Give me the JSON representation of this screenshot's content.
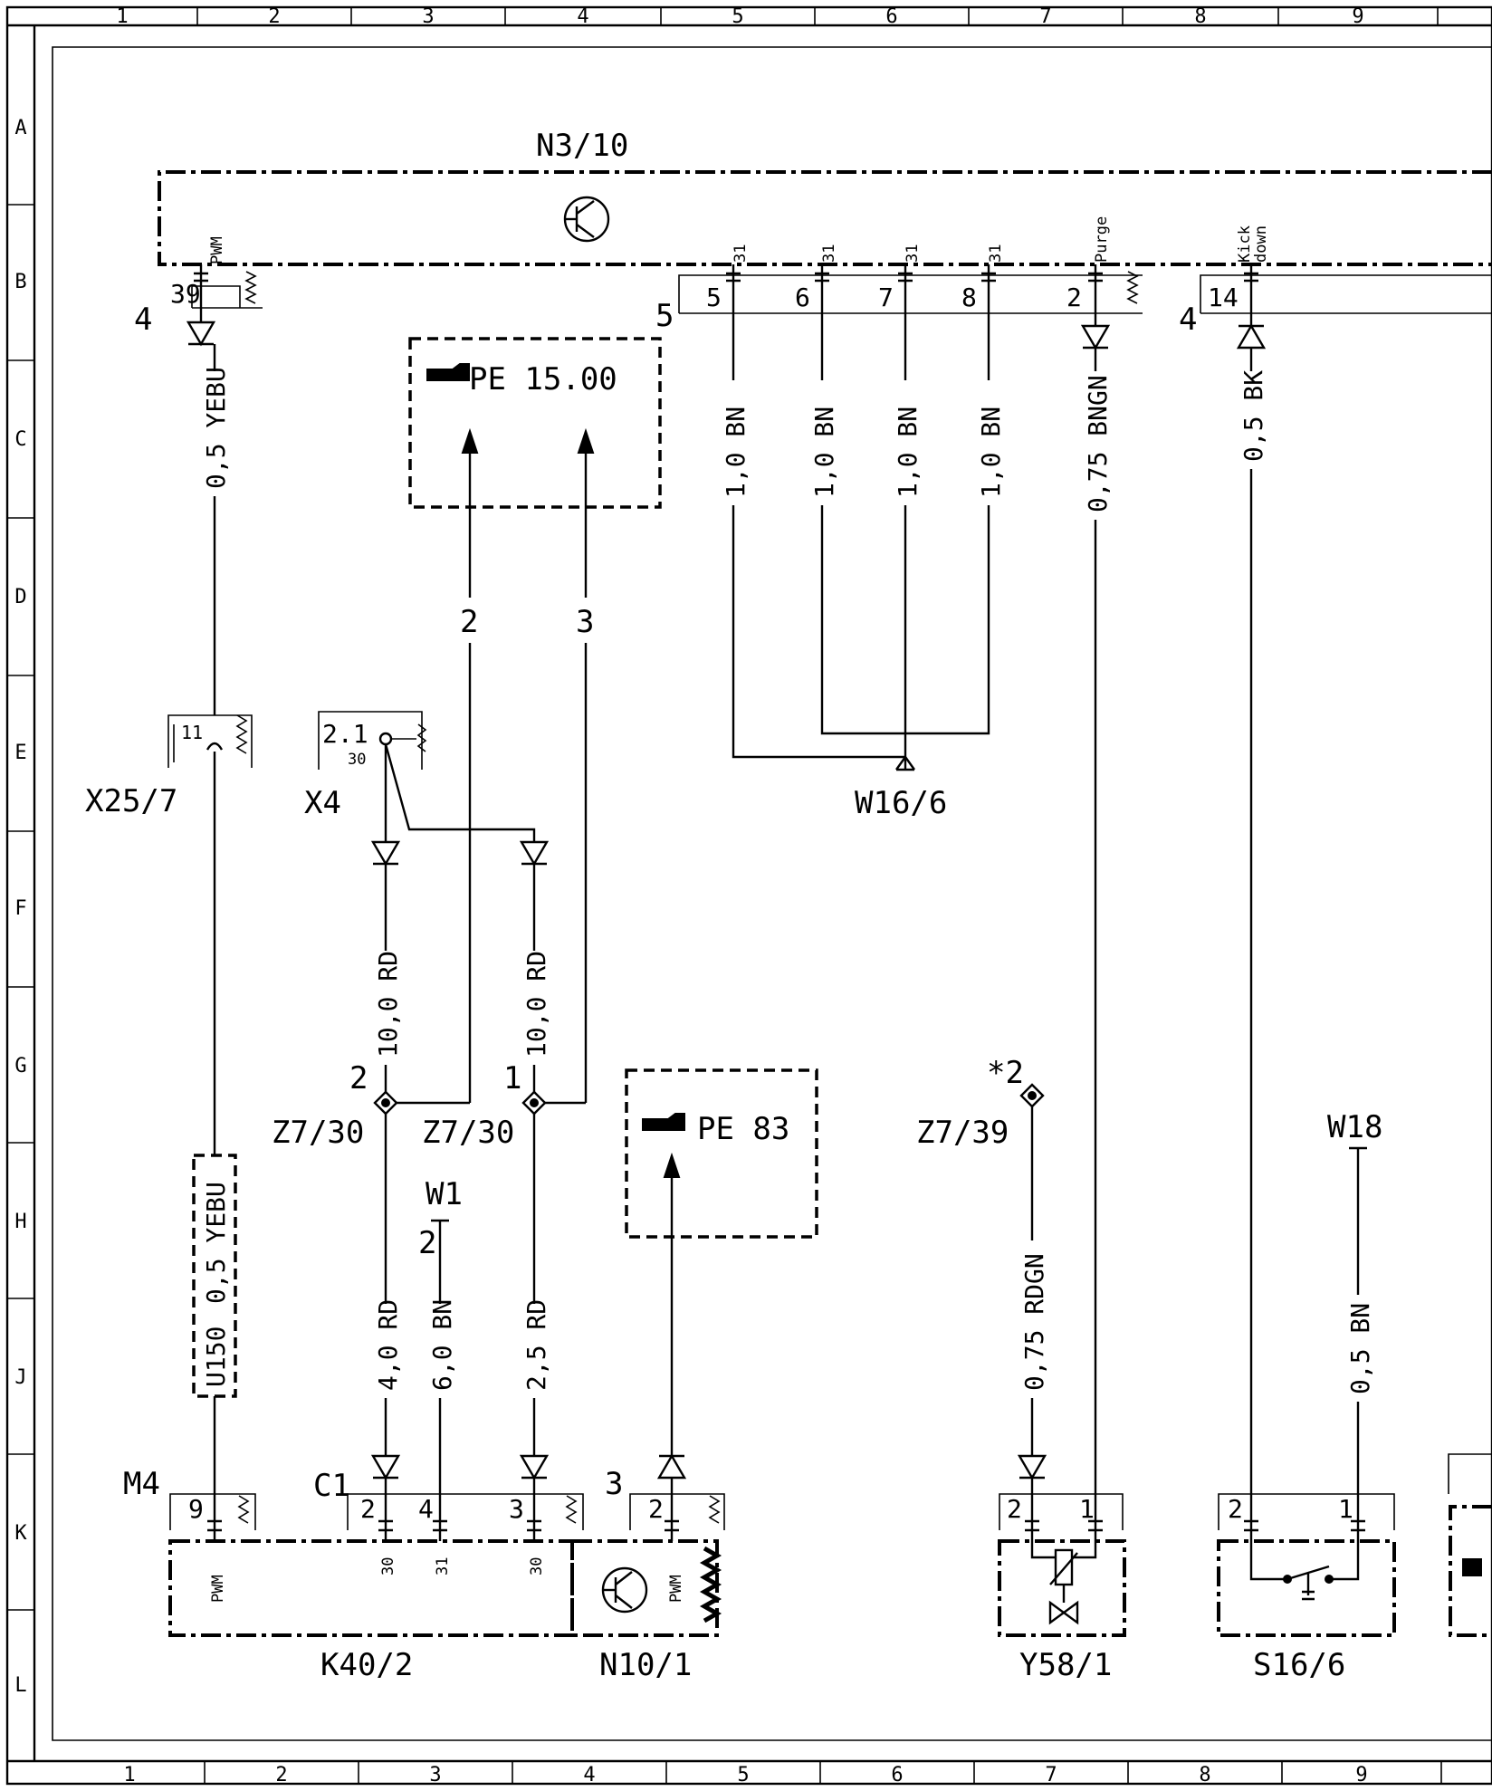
{
  "grid": {
    "columns": [
      "1",
      "2",
      "3",
      "4",
      "5",
      "6",
      "7",
      "8",
      "9"
    ],
    "rows": [
      "A",
      "B",
      "C",
      "D",
      "E",
      "F",
      "G",
      "H",
      "J",
      "K",
      "L"
    ]
  },
  "components": {
    "n3_10": "N3/10",
    "x25_7": "X25/7",
    "x4": "X4",
    "w16_6": "W16/6",
    "z7_30": "Z7/30",
    "z7_39": "Z7/39",
    "w1": "W1",
    "w18": "W18",
    "m4": "M4",
    "c1": "C1",
    "k40_2": "K40/2",
    "n10_1": "N10/1",
    "y58_1": "Y58/1",
    "s16_6": "S16/6",
    "u150": "U150",
    "u150_wire": "0,5 YEBU"
  },
  "references": {
    "pe_15": "PE 15.00",
    "pe_83": "PE 83"
  },
  "pin_labels": {
    "pwm": "PWM",
    "purge": "Purge",
    "kick": "Kick",
    "down": "down",
    "p31": "31",
    "p30": "30"
  },
  "pins": {
    "n3_39": "39",
    "n3_5": "5",
    "n3_6": "6",
    "n3_7": "7",
    "n3_8": "8",
    "n3_2": "2",
    "n3_14": "14",
    "conn_4_left": "4",
    "conn_5": "5",
    "conn_4_right": "4",
    "x25_11": "11",
    "x4_21": "2.1",
    "x4_30": "30",
    "route_2": "2",
    "route_3": "3",
    "z7_2": "2",
    "z7_1": "1",
    "z7_39_star": "*2",
    "w1_2": "2",
    "m4_9": "9",
    "c1_2": "2",
    "c1_4": "4",
    "c1_3": "3",
    "n10_3": "3",
    "n10_2": "2",
    "y58_2": "2",
    "y58_1": "1",
    "s16_2": "2",
    "s16_1": "1"
  },
  "wires": {
    "yebu": "0,5 YEBU",
    "bn1": "1,0 BN",
    "bn2": "1,0 BN",
    "bn3": "1,0 BN",
    "bn4": "1,0 BN",
    "bngn": "0,75 BNGN",
    "bk": "0,5 BK",
    "rd10a": "10,0 RD",
    "rd10b": "10,0 RD",
    "rd4": "4,0 RD",
    "bn6": "6,0 BN",
    "rd25": "2,5 RD",
    "rdgn": "0,75 RDGN",
    "bn05": "0,5 BN"
  }
}
